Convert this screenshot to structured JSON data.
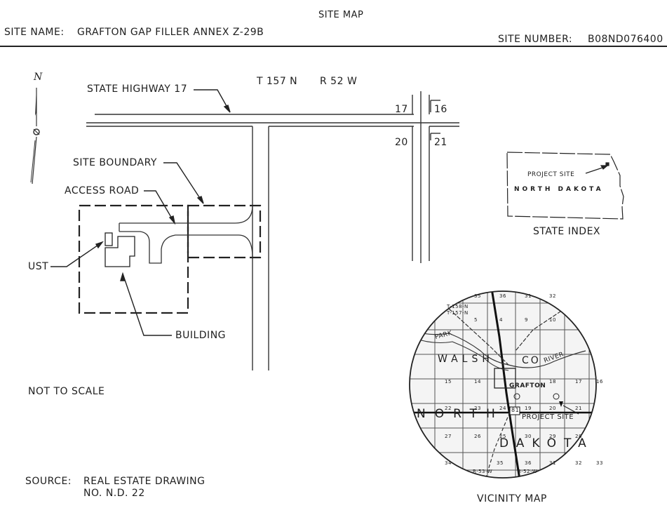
{
  "header": {
    "title": "SITE MAP",
    "site_name_label": "SITE NAME:",
    "site_name": "GRAFTON GAP FILLER ANNEX Z-29B",
    "site_number_label": "SITE NUMBER:",
    "site_number": "B08ND076400"
  },
  "site_plan": {
    "north_label": "N",
    "township": "T 157 N",
    "range": "R 52 W",
    "highway_label": "STATE HIGHWAY 17",
    "site_boundary_label": "SITE BOUNDARY",
    "access_road_label": "ACCESS ROAD",
    "ust_label": "UST",
    "building_label": "BUILDING",
    "sections": [
      "17",
      "16",
      "20",
      "21"
    ],
    "scale_note": "NOT TO SCALE"
  },
  "state_index": {
    "title": "STATE INDEX",
    "project_site_label": "PROJECT SITE",
    "state_label": "NORTH DAKOTA"
  },
  "vicinity_map": {
    "title": "VICINITY MAP",
    "county_label": "WALSH",
    "county_suffix": "CO",
    "city_label": "GRAFTON",
    "project_site_label": "PROJECT SITE",
    "state_word_1": "NORTH",
    "state_word_2": "DAKOTA",
    "park_river_label": "PARK",
    "river_label": "RIVER",
    "highway_shield": "81",
    "section_numbers": [
      "35",
      "36",
      "31",
      "32",
      "5",
      "4",
      "9",
      "10",
      "15",
      "14",
      "18",
      "17",
      "16",
      "22",
      "23",
      "24",
      "19",
      "20",
      "21",
      "27",
      "26",
      "25",
      "30",
      "29",
      "28",
      "34",
      "35",
      "36",
      "31",
      "32",
      "33"
    ],
    "township_top": "T-158-N",
    "township_top_2": "T-157-N",
    "range_bottom_left": "R-53-W",
    "range_bottom_right": "R-52-W"
  },
  "source": {
    "label": "SOURCE:",
    "line1": "REAL ESTATE DRAWING",
    "line2": "NO.  N.D. 22"
  }
}
